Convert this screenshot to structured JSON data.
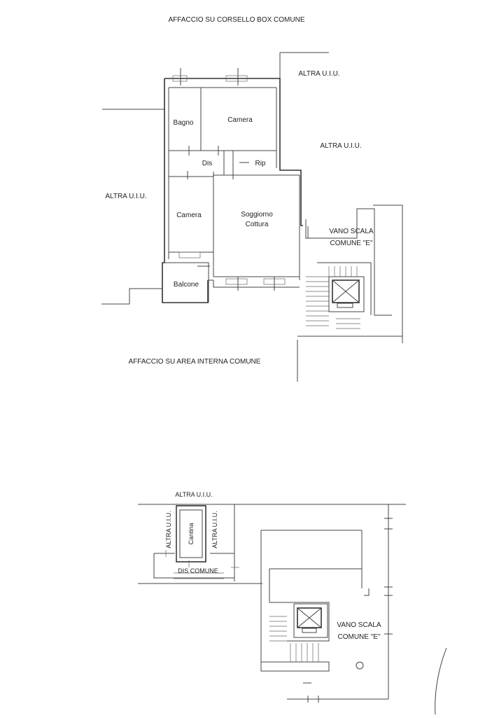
{
  "upper_plan": {
    "top_label": "AFFACCIO SU CORSELLO BOX COMUNE",
    "bottom_label": "AFFACCIO SU AREA INTERNA COMUNE",
    "altra_ui_top_right": "ALTRA U.I.U.",
    "altra_ui_right": "ALTRA U.I.U.",
    "altra_ui_left": "ALTRA U.I.U.",
    "rooms": {
      "bagno": "Bagno",
      "camera_top": "Camera",
      "dis": "Dis",
      "rip": "Rip",
      "camera_left": "Camera",
      "soggiorno_line1": "Soggiorno",
      "soggiorno_line2": "Cottura",
      "balcone": "Balcone"
    },
    "stair_line1": "VANO SCALA",
    "stair_line2": "COMUNE \"E\""
  },
  "lower_plan": {
    "altra_ui_top": "ALTRA U.I.U.",
    "altra_ui_left_vertical": "ALTRA U.I.U.",
    "altra_ui_right_vertical": "ALTRA U.I.U.",
    "cantina": "Cantina",
    "dis_comune": "DIS COMUNE",
    "stair_line1": "VANO SCALA",
    "stair_line2": "COMUNE \"E\""
  }
}
